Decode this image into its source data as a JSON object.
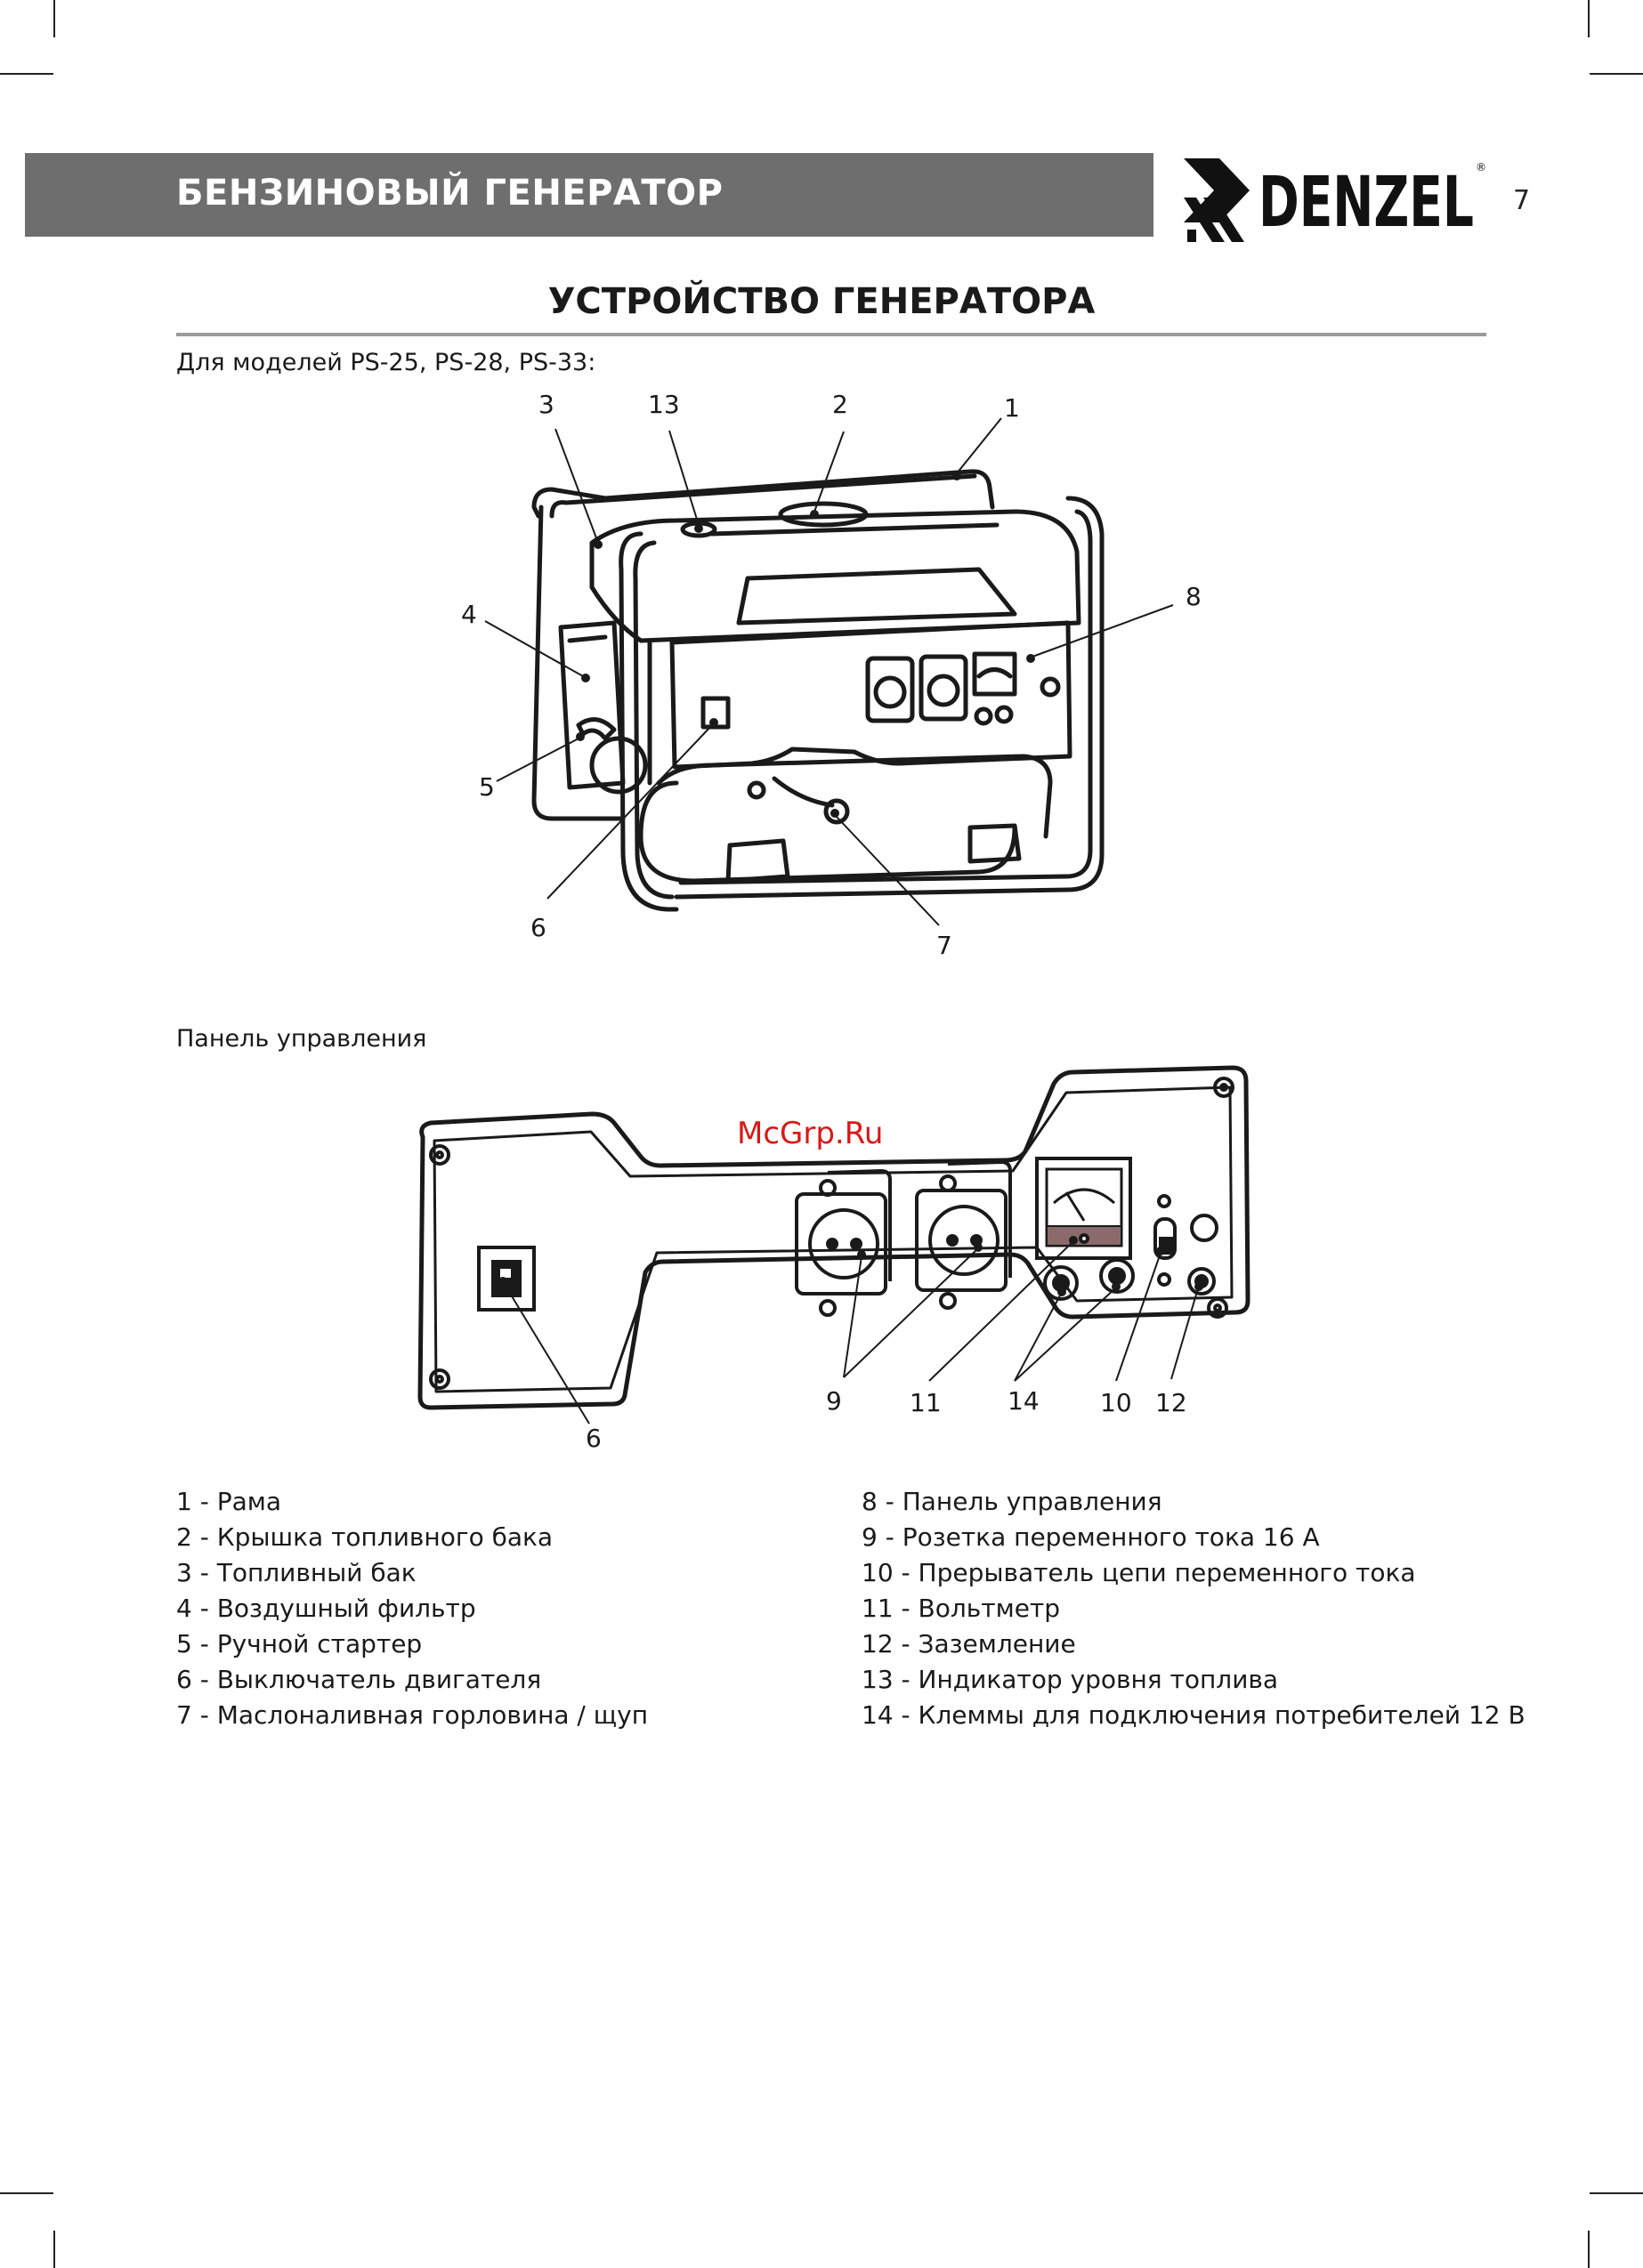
{
  "header": {
    "title": "БЕНЗИНОВЫЙ ГЕНЕРАТОР",
    "brand": "DENZEL",
    "page_number": "7"
  },
  "section": {
    "title": "УСТРОЙСТВО ГЕНЕРАТОРА",
    "models_caption": "Для моделей PS-25, PS-28, PS-33:",
    "panel_caption": "Панель управления"
  },
  "watermark": "McGrp.Ru",
  "generator_callouts": [
    "3",
    "13",
    "2",
    "1",
    "8",
    "4",
    "5",
    "6",
    "7"
  ],
  "panel_callouts": [
    "9",
    "11",
    "14",
    "10",
    "12",
    "6"
  ],
  "legend_left": [
    "1 - Рама",
    "2 - Крышка топливного бака",
    "3 - Топливный бак",
    "4 - Воздушный фильтр",
    "5 - Ручной стартер",
    "6 - Выключатель двигателя",
    "7 - Маслоналивная горловина / щуп"
  ],
  "legend_right": [
    "8 - Панель управления",
    "9 - Розетка переменного тока 16 А",
    "10 - Прерыватель цепи переменного тока",
    "11 - Вольтметр",
    "12 - Заземление",
    "13 - Индикатор уровня топлива",
    "14 - Клеммы для подключения потребителей 12 В"
  ]
}
